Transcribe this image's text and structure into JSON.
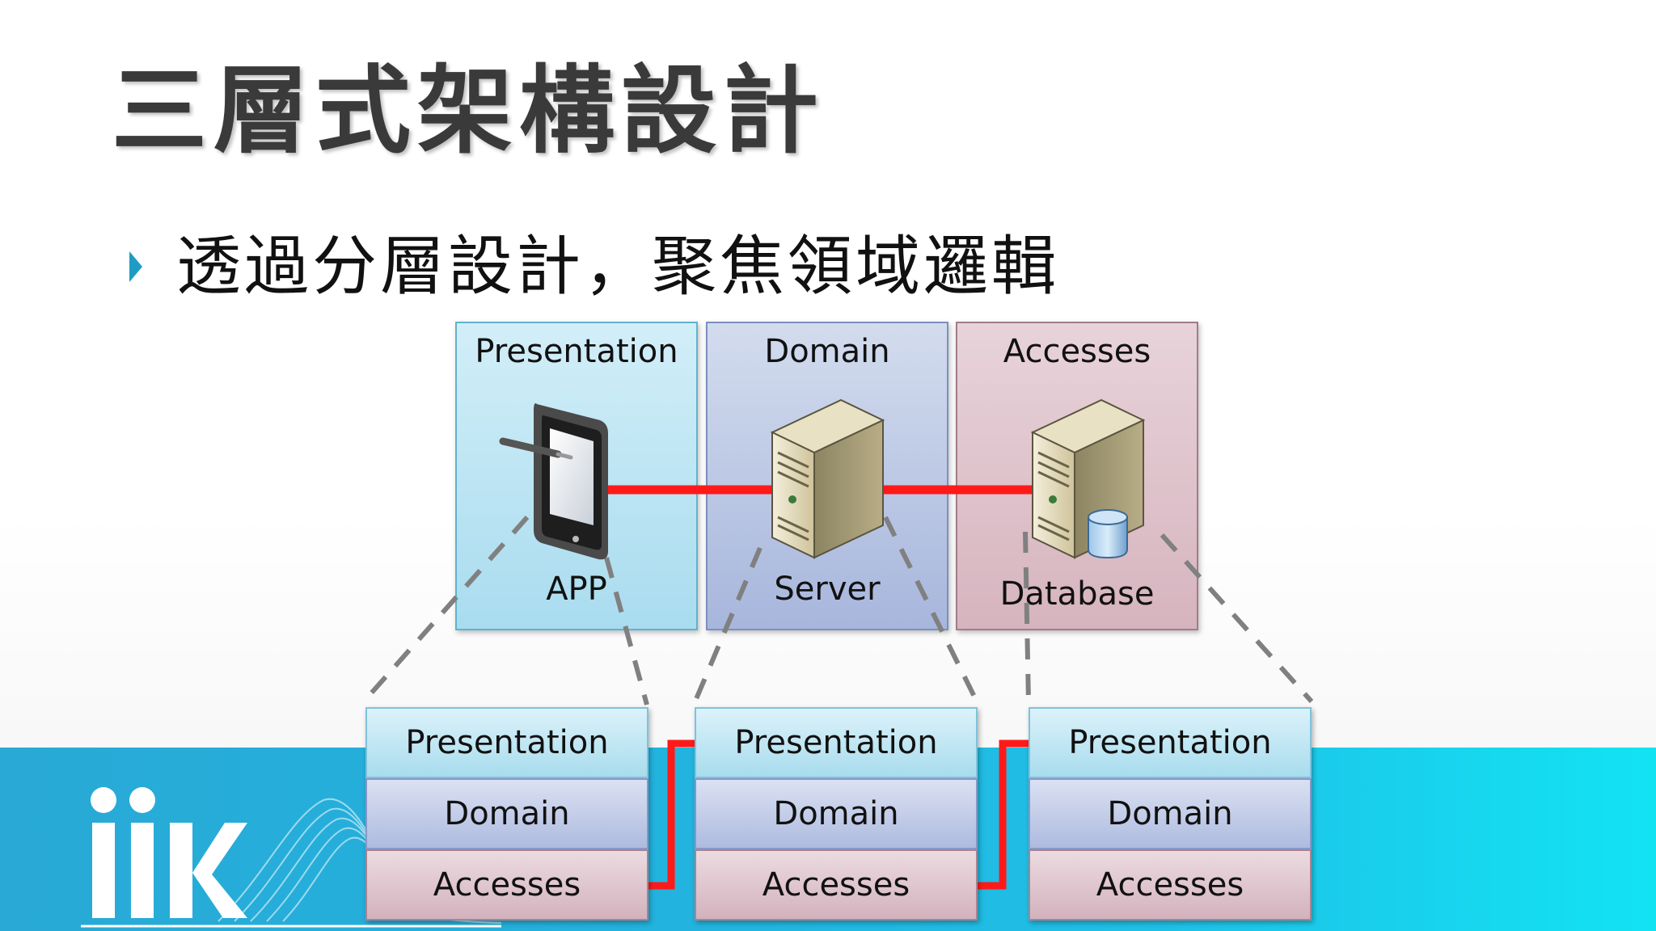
{
  "slide": {
    "title": "三層式架構設計",
    "bullet": "透過分層設計，聚焦領域邏輯"
  },
  "tiers": [
    {
      "title": "Presentation",
      "label": "APP",
      "icon": "tablet-icon"
    },
    {
      "title": "Domain",
      "label": "Server",
      "icon": "server-icon"
    },
    {
      "title": "Accesses",
      "label": "Database",
      "icon": "database-server-icon"
    }
  ],
  "stacks": [
    {
      "presentation": "Presentation",
      "domain": "Domain",
      "accesses": "Accesses"
    },
    {
      "presentation": "Presentation",
      "domain": "Domain",
      "accesses": "Accesses"
    },
    {
      "presentation": "Presentation",
      "domain": "Domain",
      "accesses": "Accesses"
    }
  ],
  "colors": {
    "connector": "#ff1a1a",
    "dashed": "#808080",
    "band": "#22b3de",
    "bullet": "#1f9cc4"
  }
}
